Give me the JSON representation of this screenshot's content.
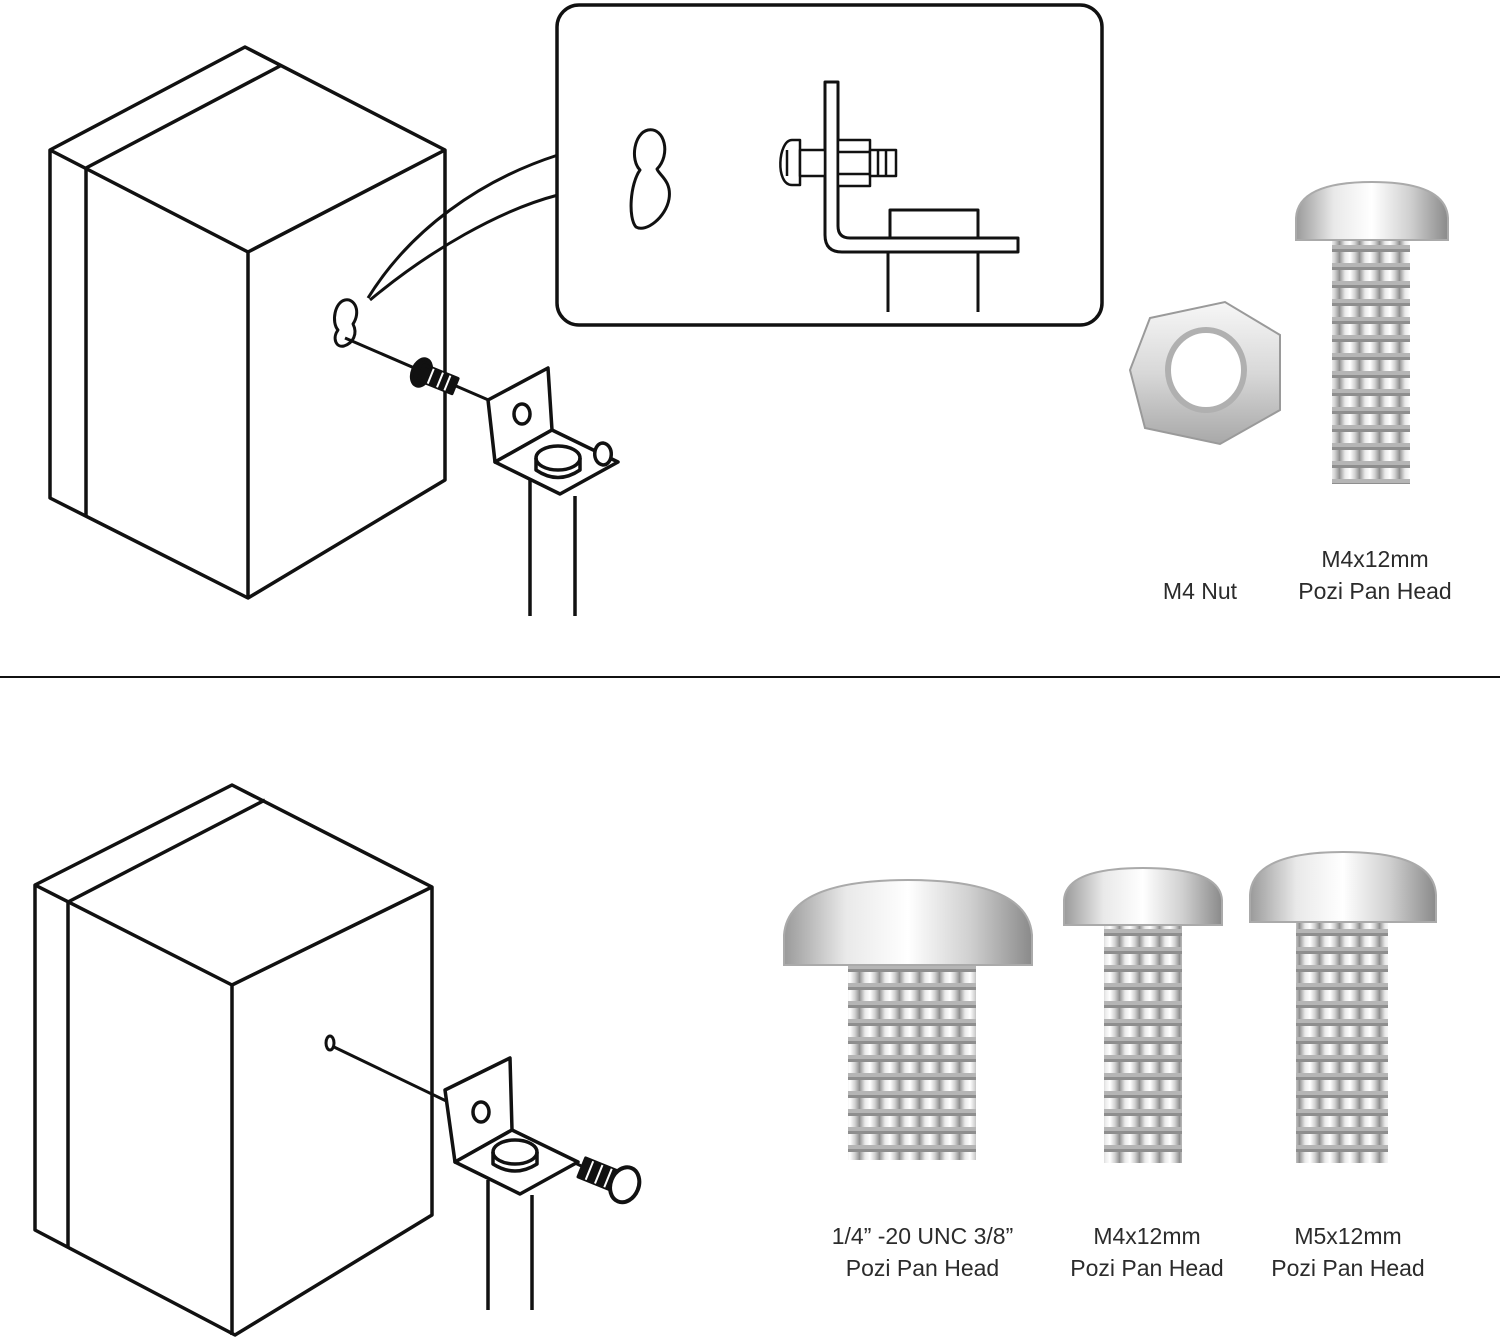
{
  "top_section": {
    "parts": [
      {
        "name": "nut",
        "lines": [
          "M4 Nut"
        ]
      },
      {
        "name": "screw",
        "lines": [
          "M4x12mm",
          "Pozi Pan Head"
        ]
      }
    ]
  },
  "bottom_section": {
    "parts": [
      {
        "name": "screw-quarter-inch",
        "lines": [
          "1/4” -20 UNC 3/8”",
          "Pozi Pan Head"
        ]
      },
      {
        "name": "screw-m4",
        "lines": [
          "M4x12mm",
          "Pozi Pan Head"
        ]
      },
      {
        "name": "screw-m5",
        "lines": [
          "M5x12mm",
          "Pozi Pan Head"
        ]
      }
    ]
  },
  "colors": {
    "line": "#111111",
    "metal_light": "#f2f2f2",
    "metal_mid": "#c9c9c9",
    "metal_dark": "#8c8c8c",
    "label_text": "#2b2b2b"
  },
  "icons": [
    "speaker-box-icon",
    "keyhole-slot-icon",
    "l-bracket-icon",
    "screw-icon",
    "hex-nut-icon"
  ]
}
